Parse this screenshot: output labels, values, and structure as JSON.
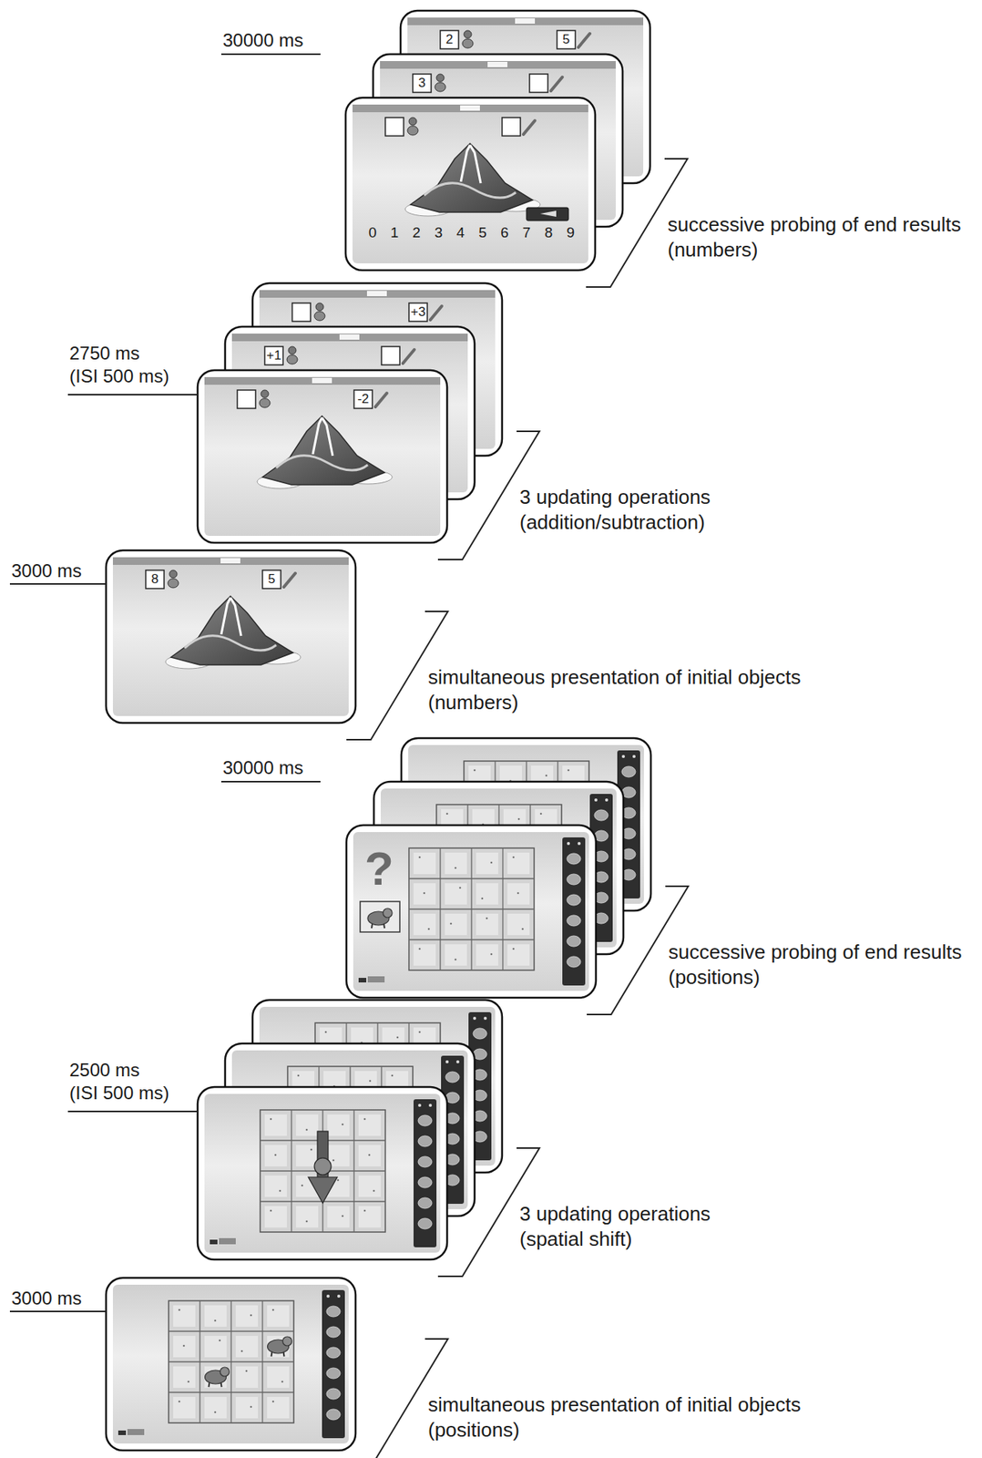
{
  "diagram": {
    "labels": [
      "30000 ms",
      "2",
      "5",
      "3",
      "0 1 2 3 4 5 6 7 8 9",
      "successive probing of end results (numbers)",
      "2750 ms (ISI 500 ms)",
      "+3",
      "+1",
      "-2",
      "3 updating operations (addition/subtraction)",
      "3000 ms",
      "8",
      "5",
      "simultaneous presentation of initial objects (numbers)",
      "30000 ms",
      "?",
      "successive probing of end results (positions)",
      "2500 ms (ISI 500 ms)",
      "3 updating operations (spatial shift)",
      "3000 ms",
      "simultaneous presentation of initial objects (positions)"
    ]
  }
}
